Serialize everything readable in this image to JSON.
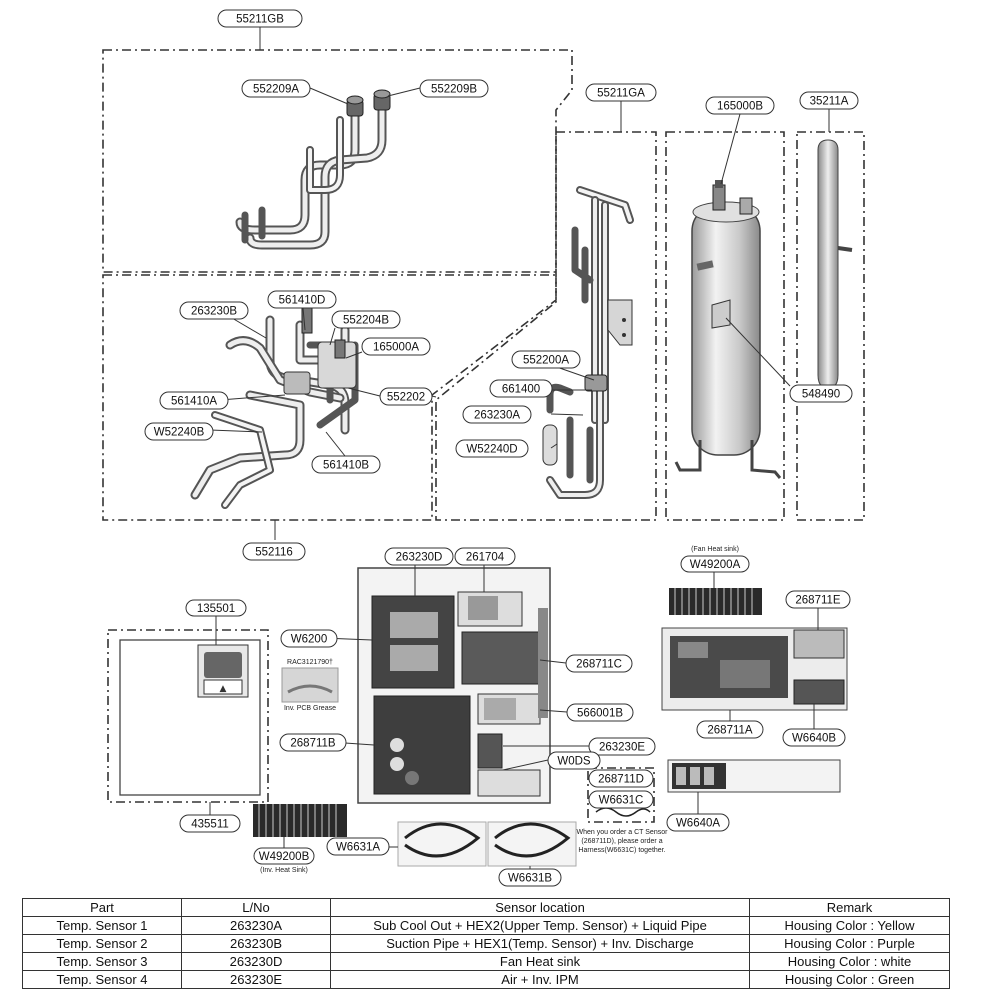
{
  "callouts": {
    "c55211GB": "55211GB",
    "c552209A": "552209A",
    "c552209B": "552209B",
    "c55211GA": "55211GA",
    "c165000B": "165000B",
    "c35211A": "35211A",
    "c263230B": "263230B",
    "c561410D": "561410D",
    "c552204B": "552204B",
    "c165000A": "165000A",
    "c552200A": "552200A",
    "c661400": "661400",
    "c552202": "552202",
    "c561410A": "561410A",
    "c263230A": "263230A",
    "cW52240B": "W52240B",
    "cW52240D": "W52240D",
    "c561410B": "561410B",
    "c548490": "548490",
    "c552116": "552116",
    "c263230D": "263230D",
    "c261704": "261704",
    "cW49200A": "W49200A",
    "c135501": "135501",
    "cW6200": "W6200",
    "c268711E": "268711E",
    "c268711C": "268711C",
    "c566001B": "566001B",
    "c268711A": "268711A",
    "cW6640B": "W6640B",
    "c268711B": "268711B",
    "c263230E": "263230E",
    "cW0DS": "W0DS",
    "c268711D": "268711D",
    "cW6631C": "W6631C",
    "c435511": "435511",
    "cW6640A": "W6640A",
    "cW6631A": "W6631A",
    "cW49200B": "W49200B",
    "cW6631B": "W6631B"
  },
  "notes": {
    "fan_heat_sink": "(Fan Heat sink)",
    "inv_heat_sink": "(Inv. Heat Sink)",
    "grease_part": "RAC3121790†",
    "grease_label": "Inv. PCB Grease",
    "ct_sensor_1": "When you order a CT Sensor",
    "ct_sensor_2": "(268711D), please order a",
    "ct_sensor_3": "Harness(W6631C) together."
  },
  "table": {
    "headers": [
      "Part",
      "L/No",
      "Sensor location",
      "Remark"
    ],
    "rows": [
      [
        "Temp. Sensor 1",
        "263230A",
        "Sub Cool Out + HEX2(Upper Temp. Sensor) + Liquid Pipe",
        "Housing Color : Yellow"
      ],
      [
        "Temp. Sensor 2",
        "263230B",
        "Suction Pipe + HEX1(Temp. Sensor) + Inv. Discharge",
        "Housing Color : Purple"
      ],
      [
        "Temp. Sensor 3",
        "263230D",
        "Fan Heat sink",
        "Housing Color : white"
      ],
      [
        "Temp. Sensor 4",
        "263230E",
        "Air + Inv. IPM",
        "Housing Color : Green"
      ]
    ]
  }
}
